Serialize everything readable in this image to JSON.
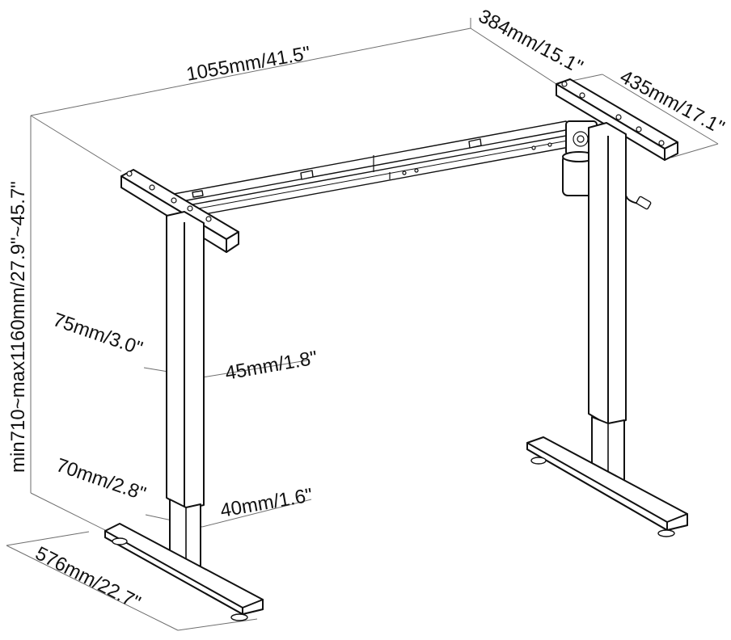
{
  "dimensions": {
    "width": "1055mm/41.5\"",
    "depth_frame": "384mm/15.1\"",
    "foot_plate": "435mm/17.1\"",
    "height_range": "min710~max1160mm/27.9\"~45.7\"",
    "upper_col_depth": "75mm/3.0\"",
    "upper_col_width": "45mm/1.8\"",
    "lower_col_depth": "70mm/2.8\"",
    "lower_col_width": "40mm/1.6\"",
    "foot_length": "576mm/22.7\""
  }
}
